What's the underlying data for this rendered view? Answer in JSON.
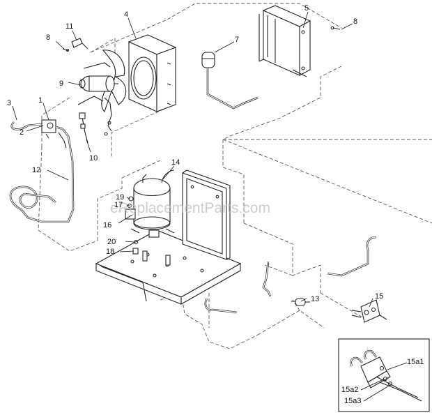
{
  "watermark": "eReplacementParts.com",
  "callouts": {
    "c1": "1",
    "c2": "2",
    "c3": "3",
    "c4": "4",
    "c5": "5",
    "c7": "7",
    "c8a": "8",
    "c8b": "8",
    "c9": "9",
    "c10": "10",
    "c11": "11",
    "c12": "12",
    "c13": "13",
    "c14": "14",
    "c15": "15",
    "c16": "16",
    "c17": "17",
    "c18": "18",
    "c19": "19",
    "c20": "20",
    "c15a1": "15a1",
    "c15a2": "15a2",
    "c15a3": "15a3"
  }
}
